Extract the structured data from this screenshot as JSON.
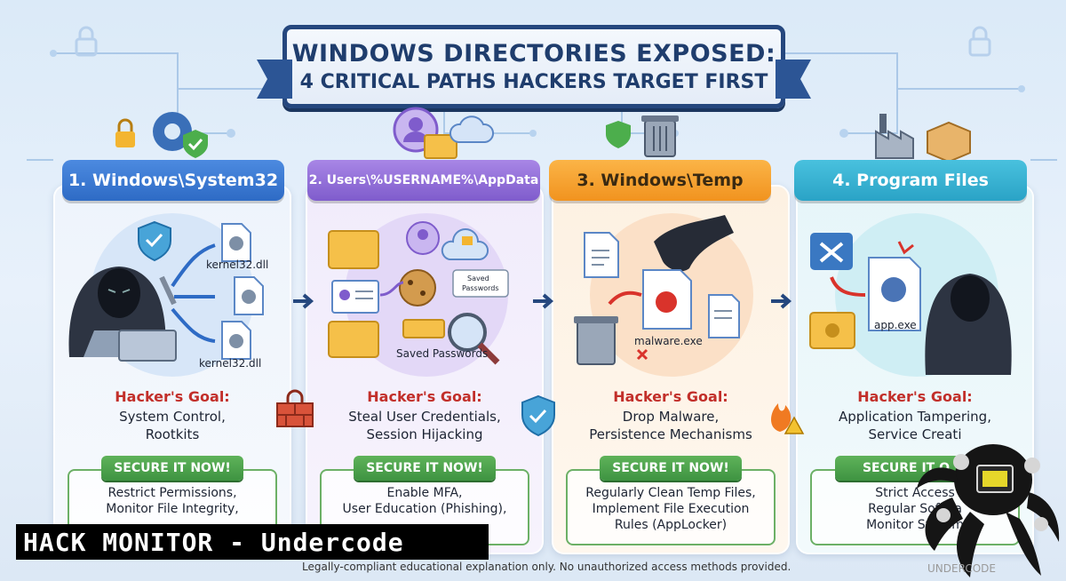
{
  "title": {
    "line1": "WINDOWS DIRECTORIES EXPOSED:",
    "line2": "4 CRITICAL PATHS HACKERS TARGET FIRST"
  },
  "panels": [
    {
      "tab": "1. Windows\\System32",
      "files": [
        "kernel32.dll",
        "kernel32.dll"
      ],
      "goal_heading": "Hacker's Goal:",
      "goal_lines": [
        "System Control,",
        "Rootkits"
      ],
      "secure_label": "SECURE IT NOW!",
      "fix_lines": [
        "Restrict Permissions,",
        "Monitor File Integrity,"
      ]
    },
    {
      "tab": "2. Users\\%USERNAME%\\AppData",
      "labels": [
        "Saved Passwords",
        "Saved Passwords"
      ],
      "goal_heading": "Hacker's Goal:",
      "goal_lines": [
        "Steal User Credentials,",
        "Session Hijacking"
      ],
      "secure_label": "SECURE IT NOW!",
      "fix_lines": [
        "Enable MFA,",
        "User Education (Phishing),"
      ]
    },
    {
      "tab": "3. Windows\\Temp",
      "files": [
        "malware.exe"
      ],
      "goal_heading": "Hacker's Goal:",
      "goal_lines": [
        "Drop Malware,",
        "Persistence Mechanisms"
      ],
      "secure_label": "SECURE IT NOW!",
      "fix_lines": [
        "Regularly Clean Temp Files,",
        "Implement File Execution",
        "Rules (AppLocker)"
      ]
    },
    {
      "tab": "4. Program Files",
      "files": [
        "app.exe"
      ],
      "goal_heading": "Hacker's Goal:",
      "goal_lines": [
        "Application Tampering,",
        "Service Creati"
      ],
      "secure_label": "SECURE IT O",
      "fix_lines": [
        "Strict Access",
        "Regular Softwa",
        "Monitor System"
      ]
    }
  ],
  "watermark": "HACK MONITOR - Undercode",
  "footer": "Legally-compliant educational explanation only. No unauthorized access methods provided.",
  "colors": {
    "navy": "#25477e",
    "blue_tab": "#2e6bc5",
    "purple_tab": "#7f5ccc",
    "orange_tab": "#f1931f",
    "teal_tab": "#2aa3c6",
    "goal_red": "#c22f2a",
    "secure_green": "#3e9341"
  }
}
